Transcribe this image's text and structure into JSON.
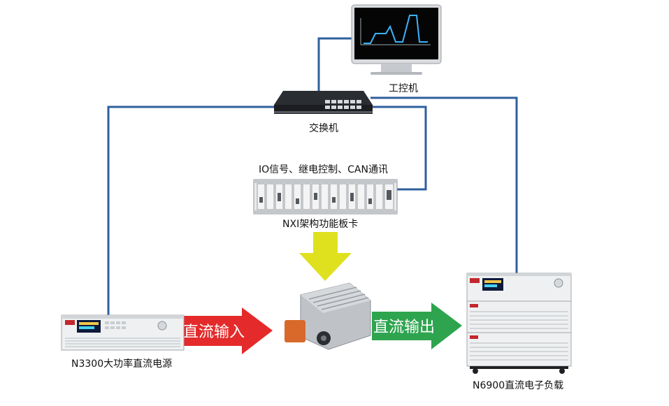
{
  "nodes": {
    "pc": {
      "label": "工控机"
    },
    "switch": {
      "label": "交换机"
    },
    "nxi": {
      "caption": "IO信号、继电控制、CAN通讯",
      "label": "NXI架构功能板卡"
    },
    "power_supply": {
      "label": "N3300大功率直流电源"
    },
    "load": {
      "label": "N6900直流电子负载"
    }
  },
  "arrows": {
    "input": {
      "label": "直流输入",
      "color": "#e42a2a"
    },
    "output": {
      "label": "直流输出",
      "color": "#2ea44f"
    },
    "down": {
      "color": "#dfe11e"
    }
  },
  "colors": {
    "line": "#2f5f9e"
  }
}
